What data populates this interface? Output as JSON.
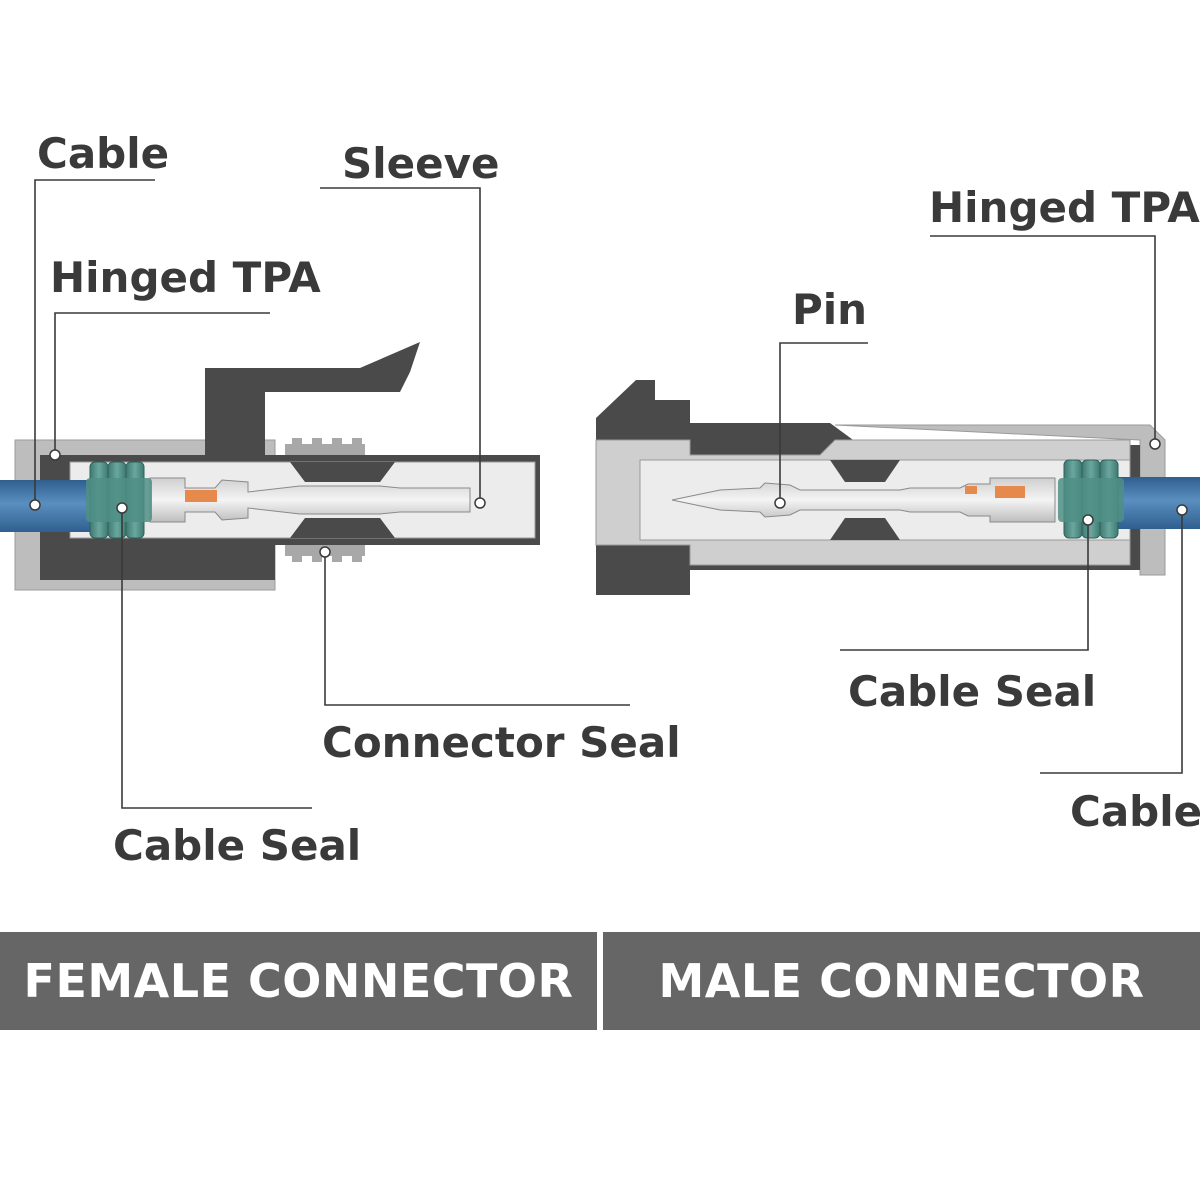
{
  "female_connector": {
    "labels": {
      "cable": "Cable",
      "sleeve": "Sleeve",
      "hinged_tpa": "Hinged TPA",
      "connector_seal": "Connector Seal",
      "cable_seal": "Cable Seal"
    },
    "banner": "FEMALE CONNECTOR"
  },
  "male_connector": {
    "labels": {
      "hinged_tpa": "Hinged TPA",
      "pin": "Pin",
      "cable_seal": "Cable Seal",
      "cable": "Cable"
    },
    "banner": "MALE CONNECTOR"
  },
  "colors": {
    "housing_dark": "#4a4a4a",
    "housing_light": "#bdbdbd",
    "interior": "#e9e9e9",
    "cable_blue": "#4a7fb0",
    "seal_teal": "#4f8f86",
    "terminal_orange": "#e58a4c",
    "banner_bg": "#666666",
    "label_text": "#3a3a3a"
  }
}
